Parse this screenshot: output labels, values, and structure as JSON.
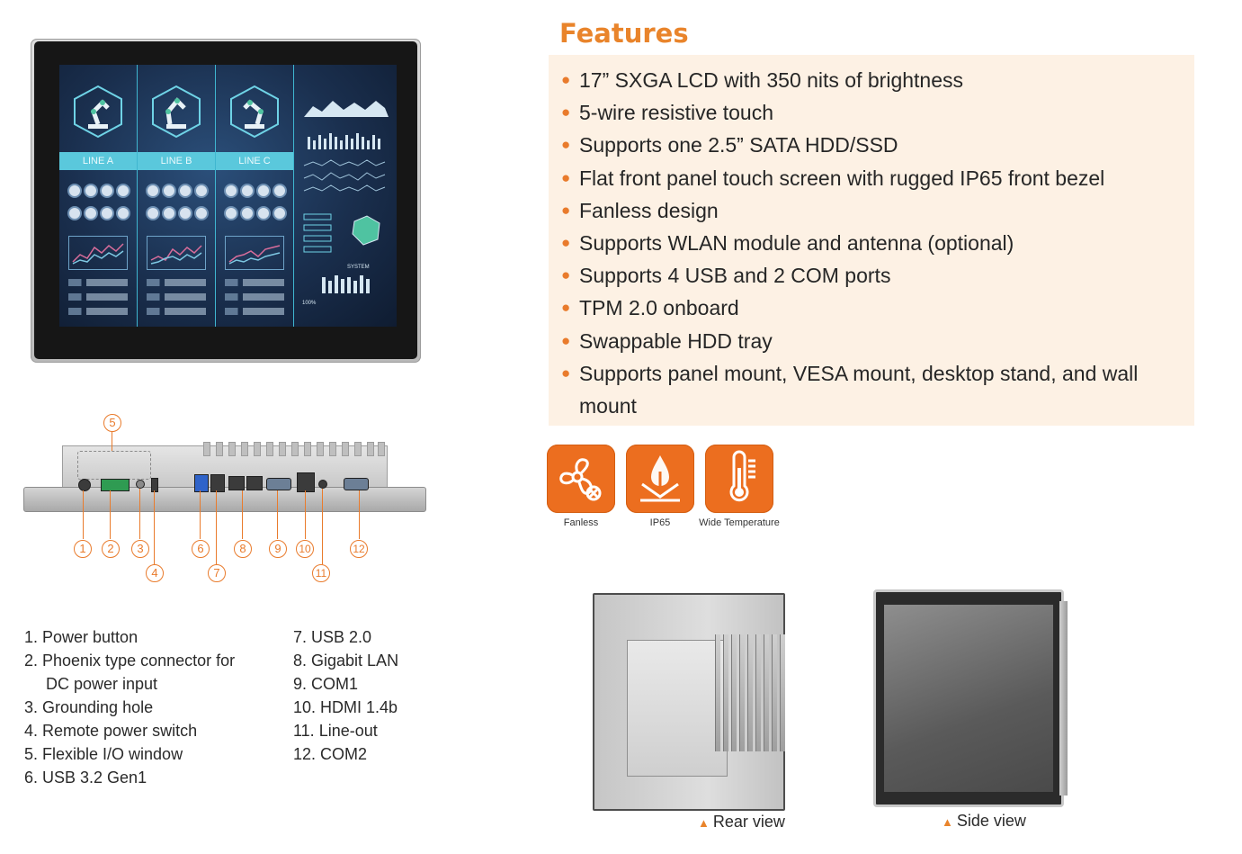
{
  "screen_ui": {
    "lines": [
      "LINE A",
      "LINE B",
      "LINE C"
    ],
    "system_label": "SYSTEM",
    "percent_label": "100%"
  },
  "callouts": [
    "1",
    "2",
    "3",
    "4",
    "5",
    "6",
    "7",
    "8",
    "9",
    "10",
    "11",
    "12"
  ],
  "port_list": {
    "left": [
      {
        "text": "1. Power button"
      },
      {
        "text": "2. Phoenix type connector for"
      },
      {
        "text": "DC power input",
        "indent": true
      },
      {
        "text": "3. Grounding hole"
      },
      {
        "text": "4. Remote power switch"
      },
      {
        "text": "5. Flexible I/O window"
      },
      {
        "text": "6. USB 3.2 Gen1"
      }
    ],
    "right": [
      "7. USB 2.0",
      "8. Gigabit LAN",
      "9. COM1",
      "10. HDMI 1.4b",
      "11. Line-out",
      "12. COM2"
    ]
  },
  "features": {
    "title": "Features",
    "items": [
      "17” SXGA LCD with 350 nits of brightness",
      "5-wire resistive touch",
      "Supports one 2.5” SATA HDD/SSD",
      "Flat front panel touch screen with rugged IP65 front bezel",
      "Fanless design",
      "Supports WLAN module and antenna (optional)",
      "Supports 4 USB and 2 COM ports",
      "TPM 2.0 onboard",
      "Swappable HDD tray",
      "Supports panel mount, VESA mount, desktop stand, and wall mount"
    ]
  },
  "badges": [
    {
      "label": "Fanless",
      "icon": "fan-icon"
    },
    {
      "label": "IP65",
      "icon": "water-drop-icon"
    },
    {
      "label": "Wide Temperature",
      "icon": "thermometer-icon"
    }
  ],
  "views": {
    "rear": "Rear view",
    "side": "Side view"
  },
  "colors": {
    "accent": "#e9842b",
    "badge": "#ec6e1f",
    "feature_bg": "#fdf1e4"
  }
}
